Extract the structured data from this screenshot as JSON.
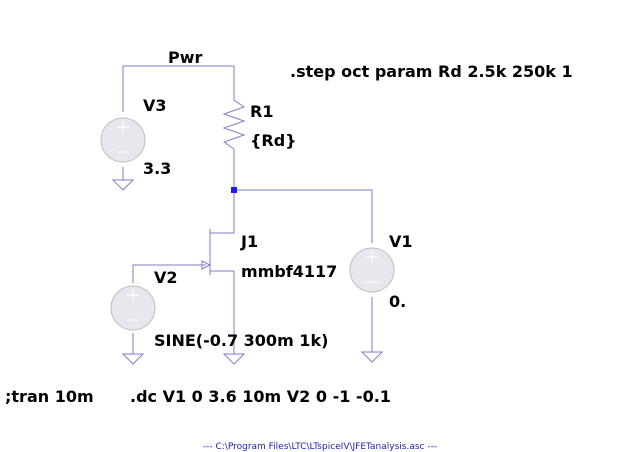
{
  "labels": {
    "net_pwr": "Pwr",
    "step_directive": ".step oct param Rd 2.5k 250k 1",
    "r1_name": "R1",
    "r1_value": "{Rd}",
    "v3_name": "V3",
    "v3_value": "3.3",
    "j1_name": "J1",
    "j1_model": "mmbf4117",
    "v1_name": "V1",
    "v1_value": "0.",
    "v2_name": "V2",
    "v2_value": "SINE(-0.7 300m 1k)",
    "tran_directive": ";tran 10m",
    "dc_directive": ".dc V1 0 3.6 10m V2 0 -1 -0.1",
    "footer_path": "---  C:\\Program Files\\LTC\\LTspiceIV\\JFETanalysis.asc  ---"
  },
  "colors": {
    "wire": "#7f7fc9",
    "source_fill": "#e7e7ee",
    "junction_dot": "#1a1aff",
    "footer_text": "#1f1fb0"
  }
}
